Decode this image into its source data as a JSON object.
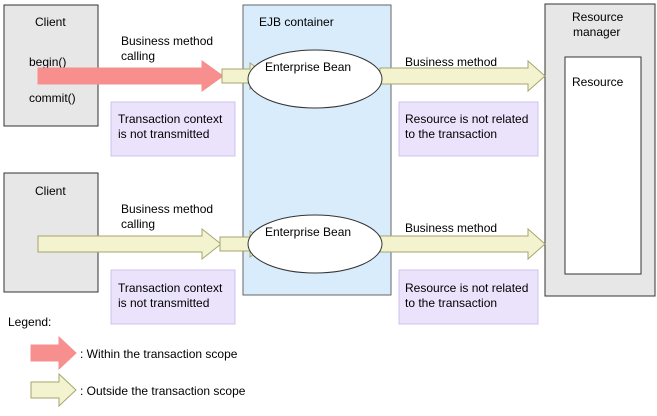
{
  "client_top": {
    "title": "Client",
    "begin_label": "begin()",
    "commit_label": "commit()"
  },
  "client_bottom": {
    "title": "Client"
  },
  "ejb_container": {
    "title": "EJB container",
    "bean_top": "Enterprise Bean",
    "bean_bottom": "Enterprise Bean"
  },
  "resource_manager": {
    "title_line1": "Resource",
    "title_line2": "manager",
    "resource_label": "Resource"
  },
  "flows": {
    "call_label_line1": "Business method",
    "call_label_line2": "calling",
    "method_label": "Business method"
  },
  "notes": {
    "context_line1": "Transaction context",
    "context_line2": "is not transmitted",
    "resource_line1": "Resource is not related",
    "resource_line2": "to the transaction"
  },
  "legend": {
    "title": "Legend:",
    "within": ": Within the transaction scope",
    "outside": ": Outside the transaction scope"
  },
  "colors": {
    "within_arrow": "#f78f8f",
    "outside_arrow": "#f3f3cf",
    "note_fill": "#eae3fb",
    "container_fill": "#d9ecfb",
    "client_fill": "#e7e7e7"
  }
}
